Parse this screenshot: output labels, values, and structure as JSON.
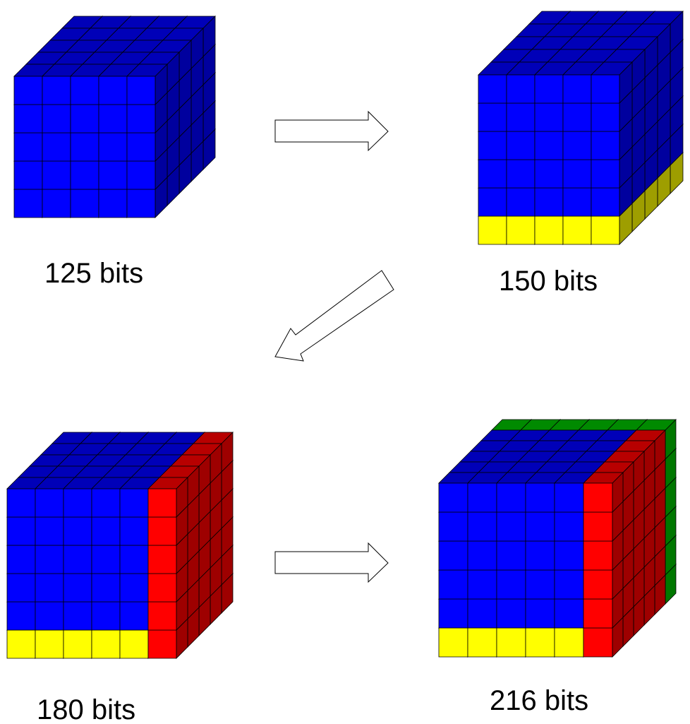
{
  "colors": {
    "data": "#0000ff",
    "row_parity": "#ffff00",
    "column_parity": "#ff0000",
    "layer_parity": "#00c000"
  },
  "panels": [
    {
      "id": "cube-125",
      "label": "125 bits",
      "layers": [
        "data"
      ]
    },
    {
      "id": "cube-150",
      "label": "150 bits",
      "layers": [
        "data",
        "row_parity"
      ]
    },
    {
      "id": "cube-180",
      "label": "180 bits",
      "layers": [
        "data",
        "row_parity",
        "column_parity"
      ]
    },
    {
      "id": "cube-216",
      "label": "216 bits",
      "layers": [
        "data",
        "row_parity",
        "column_parity",
        "layer_parity"
      ]
    }
  ],
  "arrows": [
    {
      "id": "arrow-right-top",
      "direction": "right"
    },
    {
      "id": "arrow-down-left",
      "direction": "down-left"
    },
    {
      "id": "arrow-right-bottom",
      "direction": "right"
    }
  ]
}
